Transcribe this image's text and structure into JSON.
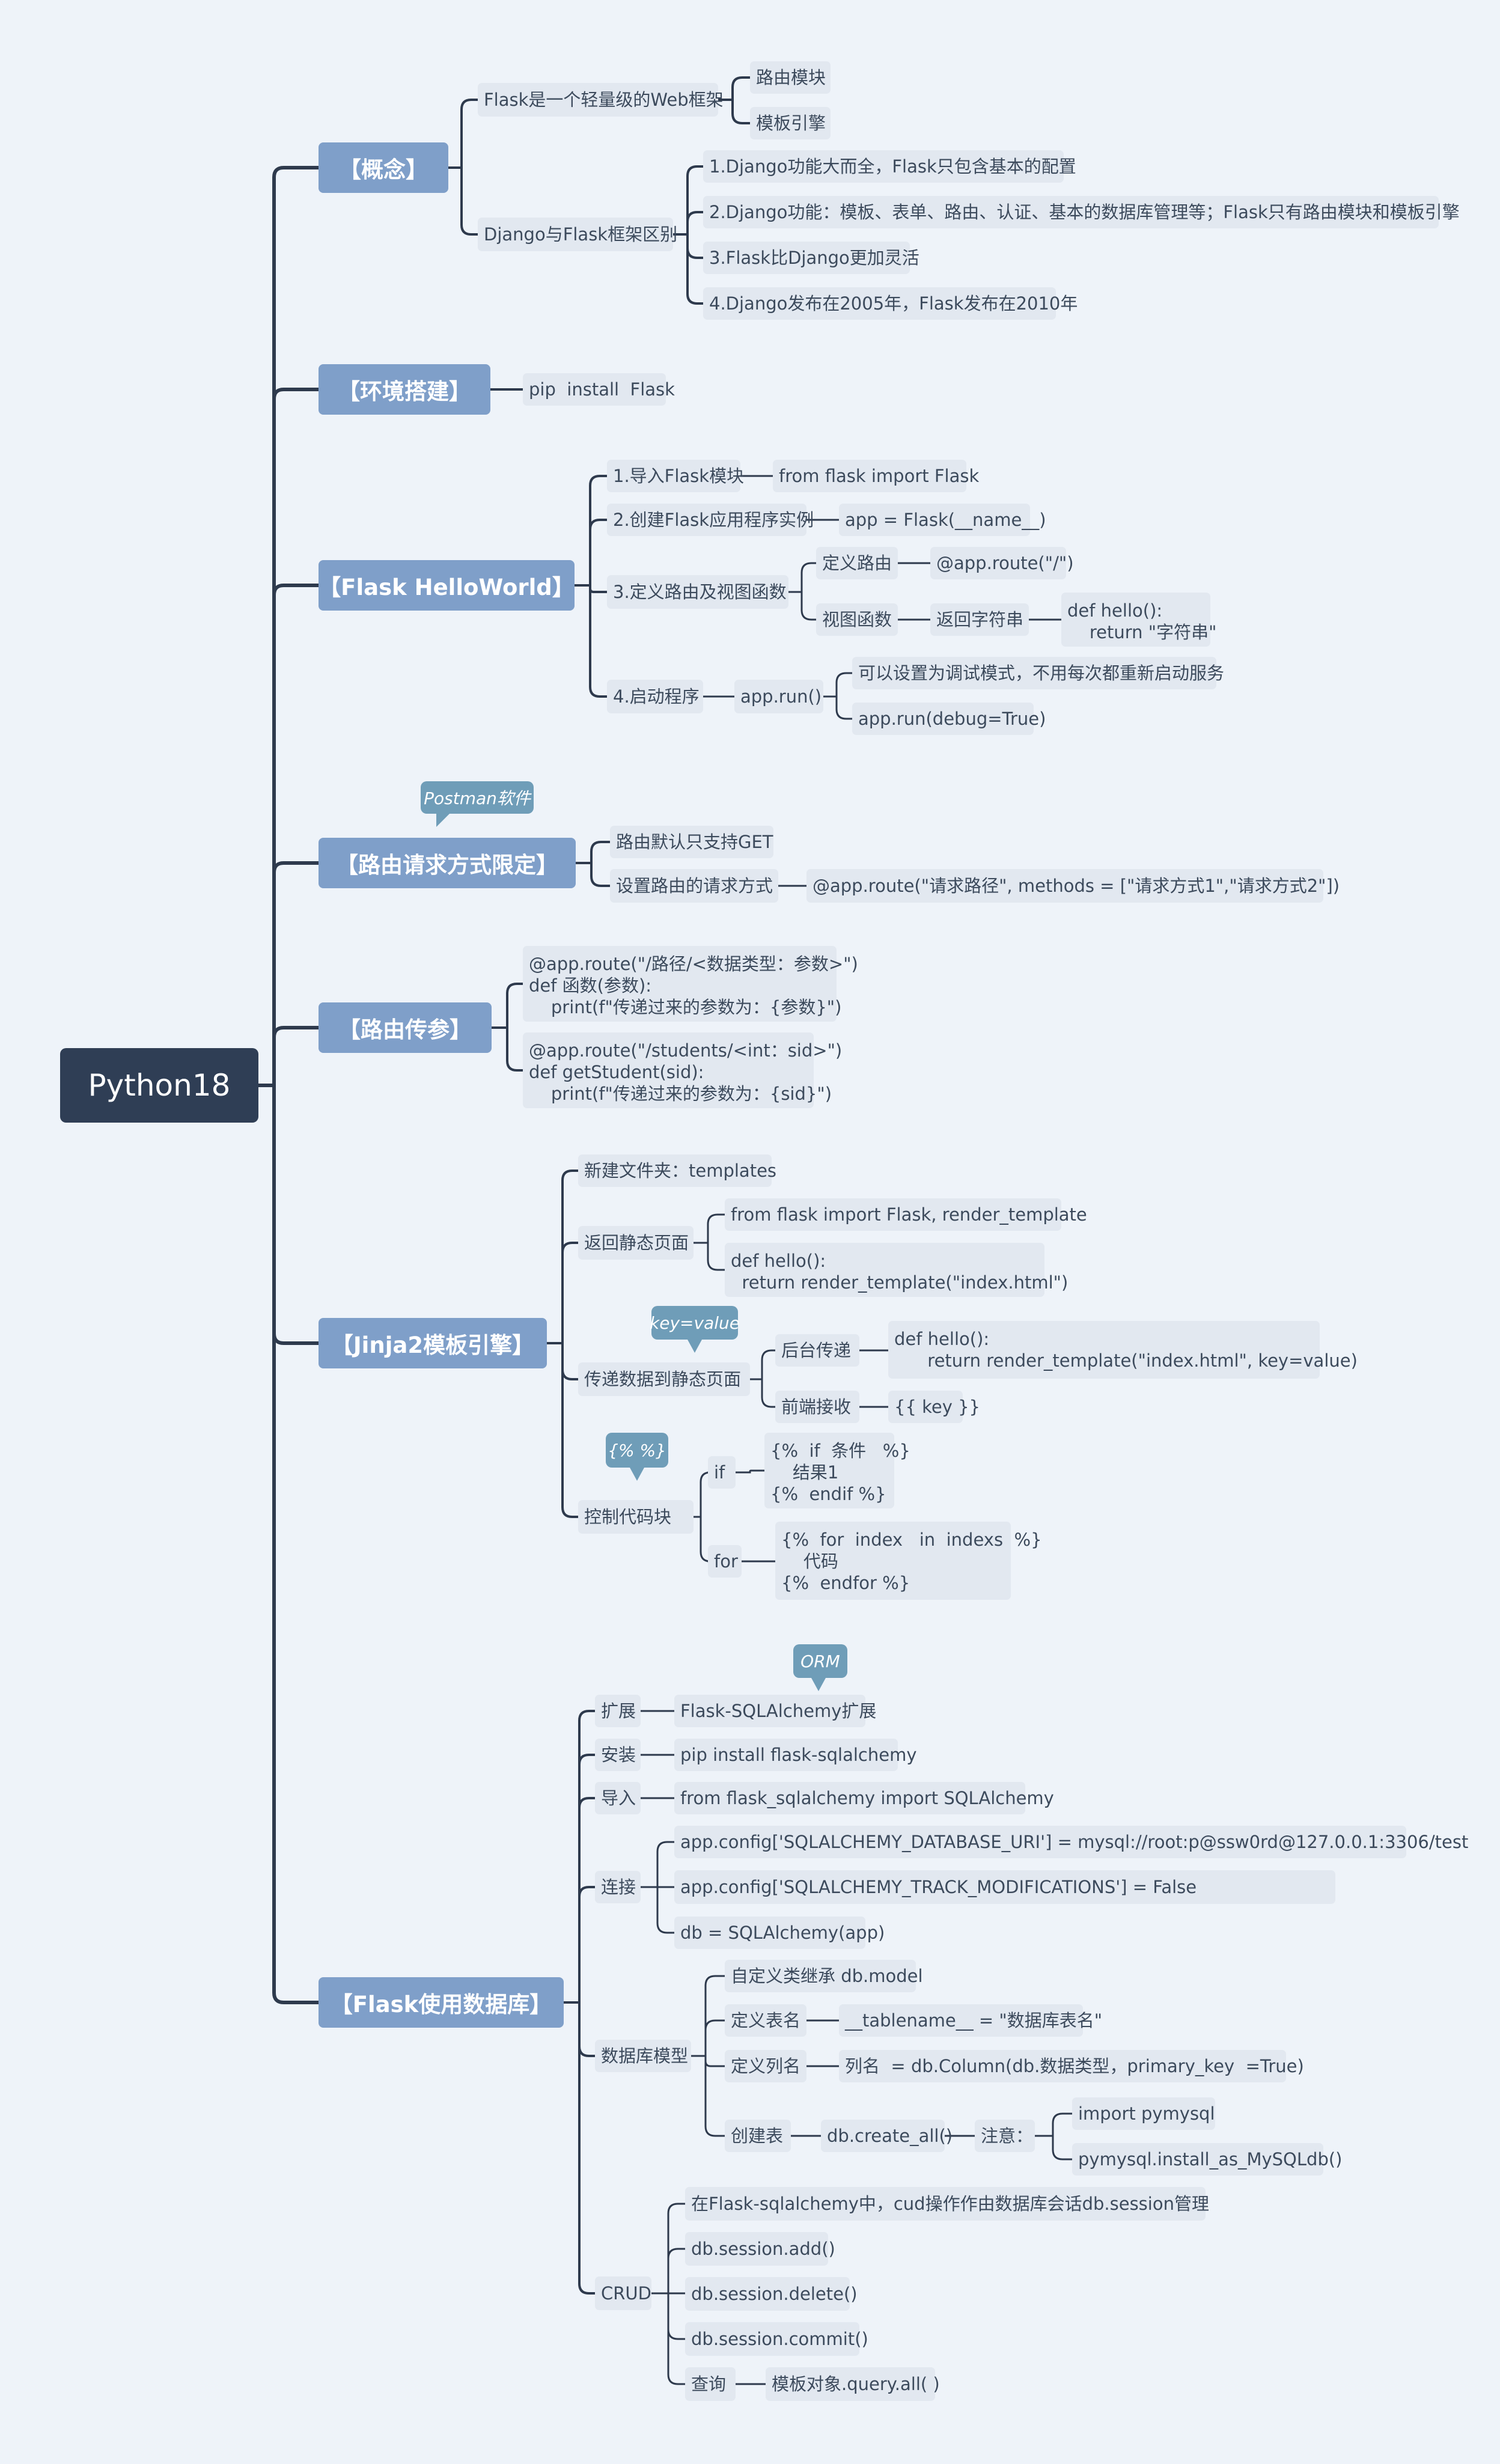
{
  "root": "Python18",
  "branches": {
    "concept": {
      "label": "【概念】",
      "flask_lightweight": "Flask是一个轻量级的Web框架",
      "routing_module": "路由模块",
      "template_engine": "模板引擎",
      "django_vs_flask": "Django与Flask框架区别",
      "diff_1": "1.Django功能大而全，Flask只包含基本的配置",
      "diff_2": "2.Django功能：模板、表单、路由、认证、基本的数据库管理等；Flask只有路由模块和模板引擎",
      "diff_3": "3.Flask比Django更加灵活",
      "diff_4": "4.Django发布在2005年，Flask发布在2010年"
    },
    "env": {
      "label": "【环境搭建】",
      "pip": "pip  install  Flask"
    },
    "hello": {
      "label": "【Flask HelloWorld】",
      "step1": "1.导入Flask模块",
      "step1_code": "from flask import Flask",
      "step2": "2.创建Flask应用程序实例",
      "step2_code": "app = Flask(__name__)",
      "step3": "3.定义路由及视图函数",
      "define_route": "定义路由",
      "define_route_code": "@app.route(\"/\")",
      "view_func": "视图函数",
      "return_str": "返回字符串",
      "return_str_code": "def hello():\n    return \"字符串\"",
      "step4": "4.启动程序",
      "run": "app.run()",
      "debug_note": "可以设置为调试模式，不用每次都重新启动服务",
      "debug_code": "app.run(debug=True)"
    },
    "methods": {
      "label": "【路由请求方式限定】",
      "callout": "Postman软件",
      "default_get": "路由默认只支持GET",
      "set_methods": "设置路由的请求方式",
      "methods_code": "@app.route(\"请求路径\", methods = [\"请求方式1\",\"请求方式2\"])"
    },
    "params": {
      "label": "【路由传参】",
      "code1": "@app.route(\"/路径/<数据类型：参数>\")\ndef 函数(参数):\n    print(f\"传递过来的参数为：{参数}\")",
      "code2": "@app.route(\"/students/<int：sid>\")\ndef getStudent(sid):\n    print(f\"传递过来的参数为：{sid}\")"
    },
    "jinja": {
      "label": "【Jinja2模板引擎】",
      "new_folder": "新建文件夹：templates",
      "static_page": "返回静态页面",
      "import_rt": "from flask import Flask, render_template",
      "def_hello": "def hello():\n  return render_template(\"index.html\")",
      "pass_data": "传递数据到静态页面",
      "callout_kv": "key=value",
      "backend": "后台传递",
      "backend_code": "def hello():\n      return render_template(\"index.html\", key=value)",
      "frontend": "前端接收",
      "frontend_code": "{{ key }}",
      "control": "控制代码块",
      "callout_pct": "{%  %}",
      "if_label": "if",
      "if_code": "{%  if  条件   %}\n    结果1\n{%  endif %}",
      "for_label": "for",
      "for_code": "{%  for  index   in  indexs  %}\n    代码\n{%  endfor %}"
    },
    "db": {
      "label": "【Flask使用数据库】",
      "callout_orm": "ORM",
      "extend": "扩展",
      "extend_val": "Flask-SQLAlchemy扩展",
      "install": "安装",
      "install_val": "pip install flask-sqlalchemy",
      "import_": "导入",
      "import_val": "from flask_sqlalchemy import SQLAlchemy",
      "connect": "连接",
      "conn1": "app.config['SQLALCHEMY_DATABASE_URI'] = mysql://root:p@ssw0rd@127.0.0.1:3306/test",
      "conn2": "app.config['SQLALCHEMY_TRACK_MODIFICATIONS'] = False",
      "conn3": "db = SQLAlchemy(app)",
      "model": "数据库模型",
      "custom_class": "自定义类继承 db.model",
      "table_name": "定义表名",
      "table_name_val": "__tablename__ = \"数据库表名\"",
      "col_name": "定义列名",
      "col_name_val": "列名  = db.Column(db.数据类型，primary_key  =True)",
      "create_table": "创建表",
      "create_all": "db.create_all()",
      "note": "注意：",
      "note1": "import pymysql",
      "note2": "pymysql.install_as_MySQLdb()",
      "crud": "CRUD",
      "crud_note": "在Flask-sqlalchemy中，cud操作作由数据库会话db.session管理",
      "add": "db.session.add()",
      "delete": "db.session.delete()",
      "commit": "db.session.commit()",
      "query": "查询",
      "query_val": "模板对象.query.all( )"
    }
  },
  "colors": {
    "background": "#eef3f9",
    "root": "#2f3e55",
    "branch": "#7f9fc9",
    "leaf": "#e2e8f0",
    "line": "#2e3a4d",
    "callout": "#6f9db8"
  }
}
